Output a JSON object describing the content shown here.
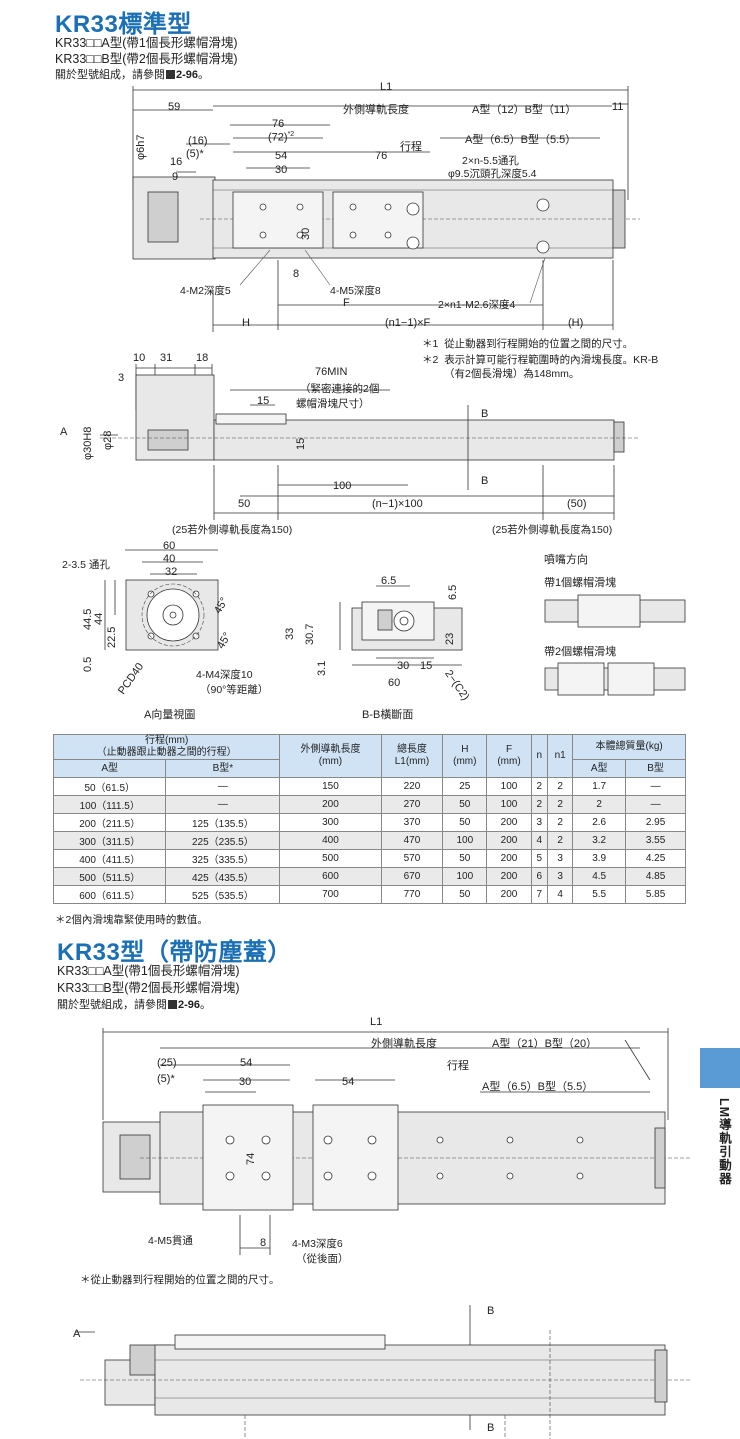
{
  "section1": {
    "title": "KR33標準型",
    "line_a": "KR33□□A型(帶1個長形螺帽滑塊)",
    "line_b": "KR33□□B型(帶2個長形螺帽滑塊)",
    "ref": "關於型號組成，請參閱",
    "ref_page": "2-96",
    "ref_end": "。"
  },
  "drawing1": {
    "L1": "L1",
    "d59": "59",
    "outer_rail": "外側導軌長度",
    "a12b11": "A型（12）B型（11）",
    "d11": "11",
    "d76": "76",
    "d72": "(72)",
    "star2": "*2",
    "d16": "(16)",
    "d5": "(5)",
    "star": "*",
    "phi6h7": "φ6h7",
    "d54": "54",
    "stroke": "行程",
    "d76b": "76",
    "a65b55": "A型（6.5）B型（5.5）",
    "d16b": "16",
    "d30": "30",
    "thru": "2×n-5.5通孔",
    "counterbore": "φ9.5沉頭孔深度5.4",
    "d9": "9",
    "d30v": "30",
    "d8": "8",
    "m2": "4-M2深度5",
    "m5": "4-M5深度8",
    "F": "F",
    "m26": "2×n1-M2.6深度4",
    "H": "H",
    "n1F": "(n1−1)×F",
    "Hp": "(H)",
    "note1_mark": "＊1",
    "note1": "從止動器到行程開始的位置之間的尺寸。",
    "note2_mark": "＊2",
    "note2": "表示計算可能行程範圍時的內滑塊長度。KR-B",
    "note2b": "（有2個長滑塊）為148mm。"
  },
  "drawing2": {
    "d10": "10",
    "d31": "31",
    "d18": "18",
    "d3": "3",
    "min76": "76MIN",
    "tight1": "（緊密連接的2個",
    "tight2": "螺帽滑塊尺寸）",
    "d15": "15",
    "d15v": "15",
    "A": "A",
    "phi30": "φ30H8",
    "phi28": "φ28",
    "B1": "B",
    "B2": "B",
    "d100": "100",
    "d50": "50",
    "n100": "(n−1)×100",
    "d50p": "(50)",
    "rail150a": "(25若外側導軌長度為150)",
    "rail150b": "(25若外側導軌長度為150)"
  },
  "drawing3": {
    "d60": "60",
    "d40": "40",
    "d32": "32",
    "thru35": "2-3.5 通孔",
    "d445": "44.5",
    "d44": "44",
    "d225": "22.5",
    "d05": "0.5",
    "pcd": "PCD40",
    "deg45a": "45°",
    "deg45b": "45°",
    "m4": "4-M4深度10",
    "equal": "（90°等距離）",
    "caption_a": "A向量視圖",
    "d65": "6.5",
    "d65v": "6.5",
    "d33": "33",
    "d307": "30.7",
    "d23": "23",
    "d31b": "3.1",
    "d30": "30",
    "d15": "15",
    "d60b": "60",
    "c2": "2−(C2)",
    "caption_b": "B-B橫斷面",
    "nozzle": "噴嘴方向",
    "one_block": "帶1個螺帽滑塊",
    "two_block": "帶2個螺帽滑塊"
  },
  "table": {
    "h_stroke": "行程(mm)",
    "h_stroke_sub": "（止動器跟止動器之間的行程）",
    "h_rail": "外側導軌長度",
    "h_rail_unit": "(mm)",
    "h_total": "總長度",
    "h_total_unit": "L1(mm)",
    "h_H": "H",
    "h_H_unit": "(mm)",
    "h_F": "F",
    "h_F_unit": "(mm)",
    "h_n": "n",
    "h_n1": "n1",
    "h_mass": "本體總質量(kg)",
    "h_a": "A型",
    "h_b": "B型*",
    "h_ma": "A型",
    "h_mb": "B型",
    "rows": [
      [
        "50（61.5）",
        "—",
        "150",
        "220",
        "25",
        "100",
        "2",
        "2",
        "1.7",
        "—"
      ],
      [
        "100（111.5）",
        "—",
        "200",
        "270",
        "50",
        "100",
        "2",
        "2",
        "2",
        "—"
      ],
      [
        "200（211.5）",
        "125（135.5）",
        "300",
        "370",
        "50",
        "200",
        "3",
        "2",
        "2.6",
        "2.95"
      ],
      [
        "300（311.5）",
        "225（235.5）",
        "400",
        "470",
        "100",
        "200",
        "4",
        "2",
        "3.2",
        "3.55"
      ],
      [
        "400（411.5）",
        "325（335.5）",
        "500",
        "570",
        "50",
        "200",
        "5",
        "3",
        "3.9",
        "4.25"
      ],
      [
        "500（511.5）",
        "425（435.5）",
        "600",
        "670",
        "100",
        "200",
        "6",
        "3",
        "4.5",
        "4.85"
      ],
      [
        "600（611.5）",
        "525（535.5）",
        "700",
        "770",
        "50",
        "200",
        "7",
        "4",
        "5.5",
        "5.85"
      ]
    ],
    "footnote": "＊2個內滑塊靠緊使用時的數值。"
  },
  "section2": {
    "title": "KR33型（帶防塵蓋）",
    "line_a": "KR33□□A型(帶1個長形螺帽滑塊)",
    "line_b": "KR33□□B型(帶2個長形螺帽滑塊)",
    "ref": "關於型號組成，請參閱",
    "ref_page": "2-96",
    "ref_end": "。"
  },
  "drawing4": {
    "L1": "L1",
    "outer_rail": "外側導軌長度",
    "a21b20": "A型（21）B型（20）",
    "d25": "(25)",
    "d54": "54",
    "stroke": "行程",
    "d5": "(5)",
    "star": "*",
    "d30": "30",
    "d54b": "54",
    "a65b55": "A型（6.5）B型（5.5）",
    "d74": "74",
    "m5thru": "4-M5貫通",
    "d8": "8",
    "m3": "4-M3深度6",
    "back": "（從後面）",
    "note": "＊從止動器到行程開始的位置之間的尺寸。"
  },
  "drawing5": {
    "A": "A",
    "B1": "B",
    "B2": "B"
  },
  "side": {
    "label": "LM導軌引動器"
  }
}
